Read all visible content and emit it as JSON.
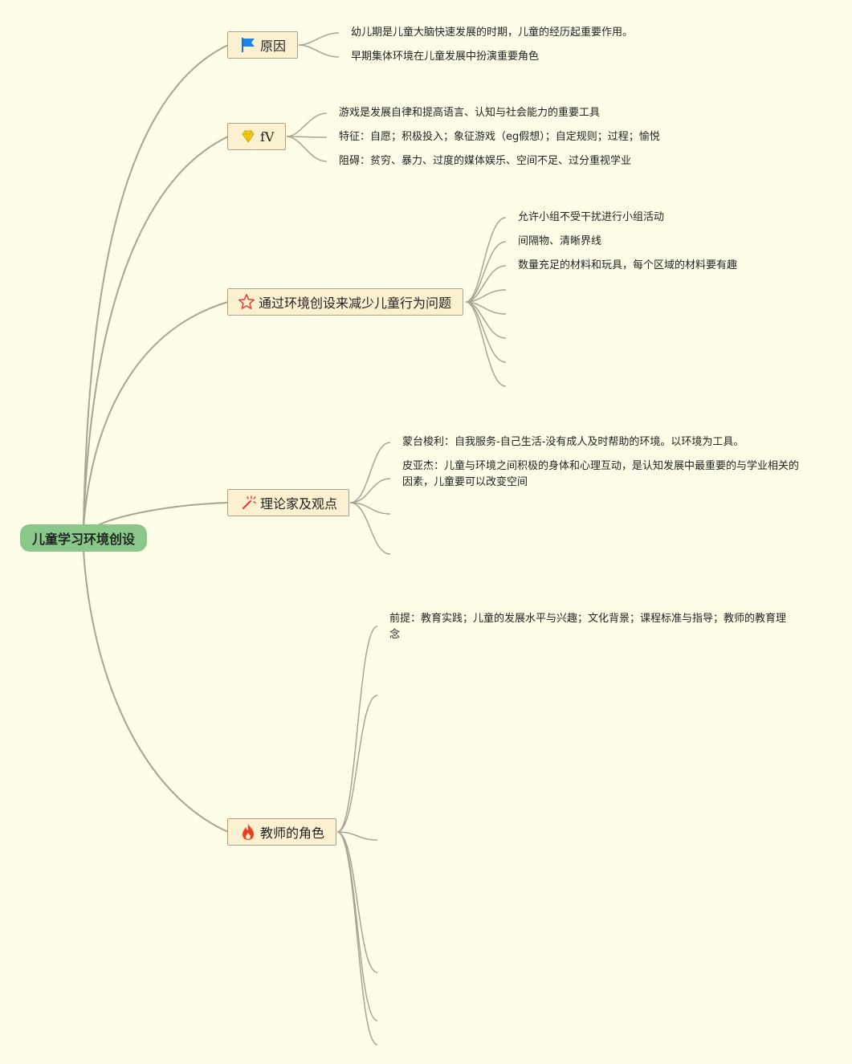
{
  "root": {
    "label": "儿童学习环境创设"
  },
  "branches": [
    {
      "label": "原因",
      "icon": "flag-icon",
      "children": [
        "幼儿期是儿童大脑快速发展的时期，儿童的经历起重要作用。",
        "早期集体环境在儿童发展中扮演重要角色"
      ]
    },
    {
      "label": "fV",
      "icon": "diamond-icon",
      "children": [
        "游戏是发展自律和提高语言、认知与社会能力的重要工具",
        "特征：自愿；积极投入；象征游戏（eg假想）；自定规则；过程；愉悦",
        "阻碍：贫穷、暴力、过度的媒体娱乐、空间不足、过分重视学业"
      ]
    },
    {
      "label": "通过环境创设来减少儿童行为问题",
      "icon": "star-icon",
      "children": [
        "允许小组不受干扰进行小组活动",
        "间隔物、清晰界线",
        "数量充足的材料和玩具，每个区域的材料要有趣"
      ]
    },
    {
      "label": "理论家及观点",
      "icon": "magic-wand-icon",
      "children": [
        "蒙台梭利：自我服务-自己生活-没有成人及时帮助的环境。以环境为工具。",
        "皮亚杰：儿童与环境之间积极的身体和心理互动，是认知发展中最重要的与学业相关的因素，儿童要可以改变空间"
      ]
    },
    {
      "label": "教师的角色",
      "icon": "fire-icon",
      "children": [
        "前提：教育实践；儿童的发展水平与兴趣；文化背景；课程标准与指导；教师的教育理念"
      ]
    }
  ],
  "colors": {
    "background": "#fdfde8",
    "root_fill": "#8bc68a",
    "topic_fill": "#fbf0cf",
    "connector": "#a9a48a"
  }
}
